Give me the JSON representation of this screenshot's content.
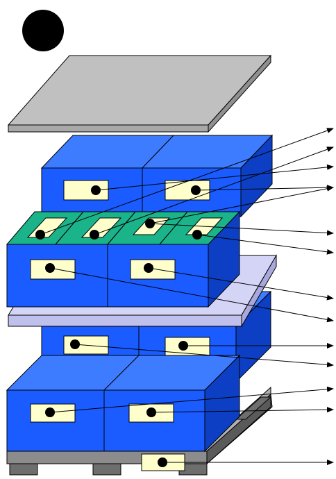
{
  "diagram": {
    "colors": {
      "box_front": "#1a5cff",
      "box_top": "#3d7bff",
      "box_side": "#0d3fc4",
      "outline": "#000000",
      "label": "#ffffcc",
      "tray_lid": "#1ab38a",
      "cover_sheet": "#c0c0c0",
      "slip_sheet": "#d4d4f6",
      "pallet": "#8c8c8c",
      "pallet_dark": "#6e6e6e",
      "marker": "#000000"
    },
    "icons": [
      "filled-circle-marker",
      "arrow-right-icon"
    ],
    "layers": [
      "top-cover-sheet",
      "upper-box-tier",
      "green-tray-lids",
      "slip-sheet",
      "lower-box-tier",
      "pallet"
    ]
  }
}
